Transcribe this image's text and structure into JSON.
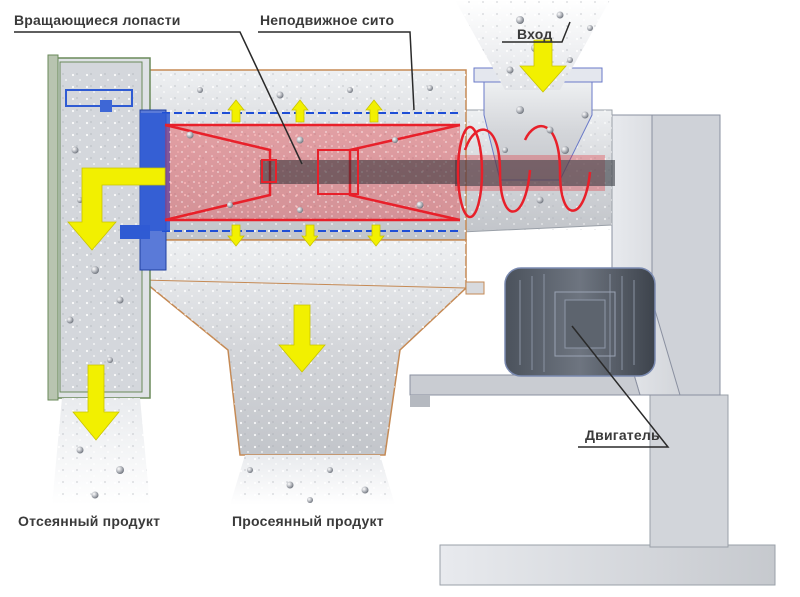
{
  "labels": {
    "rotating_blades": "Вращающиеся лопасти",
    "fixed_sieve": "Неподвижное сито",
    "inlet": "Вход",
    "motor": "Двигатель",
    "oversize_product": "Отсеянный продукт",
    "sifted_product": "Просеянный продукт"
  },
  "colors": {
    "flow_arrow": "#f2f000",
    "rotor": "#e8202a",
    "sieve": "#1f4fd6",
    "casing": "#c58a55",
    "outlet_frame": "#6a8a5a",
    "body_gray": "#d6d8dc",
    "leader_line": "#2a2a2a"
  }
}
